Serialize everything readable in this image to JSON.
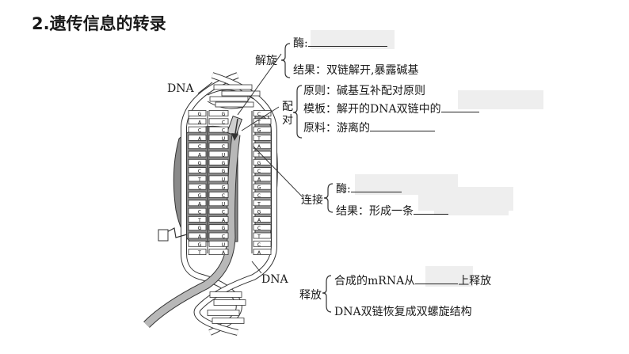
{
  "title": "2.遗传信息的转录",
  "dna_labels": {
    "top": "DNA",
    "bottom": "DNA"
  },
  "jiexuan": {
    "label": "解旋",
    "enzyme": "酶:",
    "result": "结果：双链解开,暴露碱基"
  },
  "peidui": {
    "label_1": "配",
    "label_2": "对",
    "principle": "原则：碱基互补配对原则",
    "template": "模板：解开的DNA双链中的",
    "material": "原料：游离的"
  },
  "lianjie": {
    "label": "连接",
    "enzyme": "酶:",
    "result": "结果：形成一条"
  },
  "shifang": {
    "label": "释放",
    "release": "合成的mRNA从",
    "release_tail": "上释放",
    "restore": "DNA双链恢复成双螺旋结构"
  },
  "base_letters_left": [
    "G",
    "A",
    "C",
    "A",
    "C",
    "A",
    "G",
    "C",
    "T",
    "C",
    "G",
    "A",
    "C",
    "T",
    "G",
    "A",
    "G",
    "T"
  ],
  "base_letters_mid": [
    "G",
    "C",
    "C",
    "U",
    "C",
    "U",
    "G",
    "G",
    "U",
    "G",
    "C",
    "U",
    "C",
    "A",
    "G",
    "C",
    "U",
    "A"
  ],
  "base_letters_right": [
    "C",
    "T",
    "G",
    "T",
    "A",
    "T",
    "G",
    "C",
    "A",
    "G",
    "C",
    "T",
    "G",
    "A",
    "C",
    "T",
    "C",
    "A"
  ]
}
